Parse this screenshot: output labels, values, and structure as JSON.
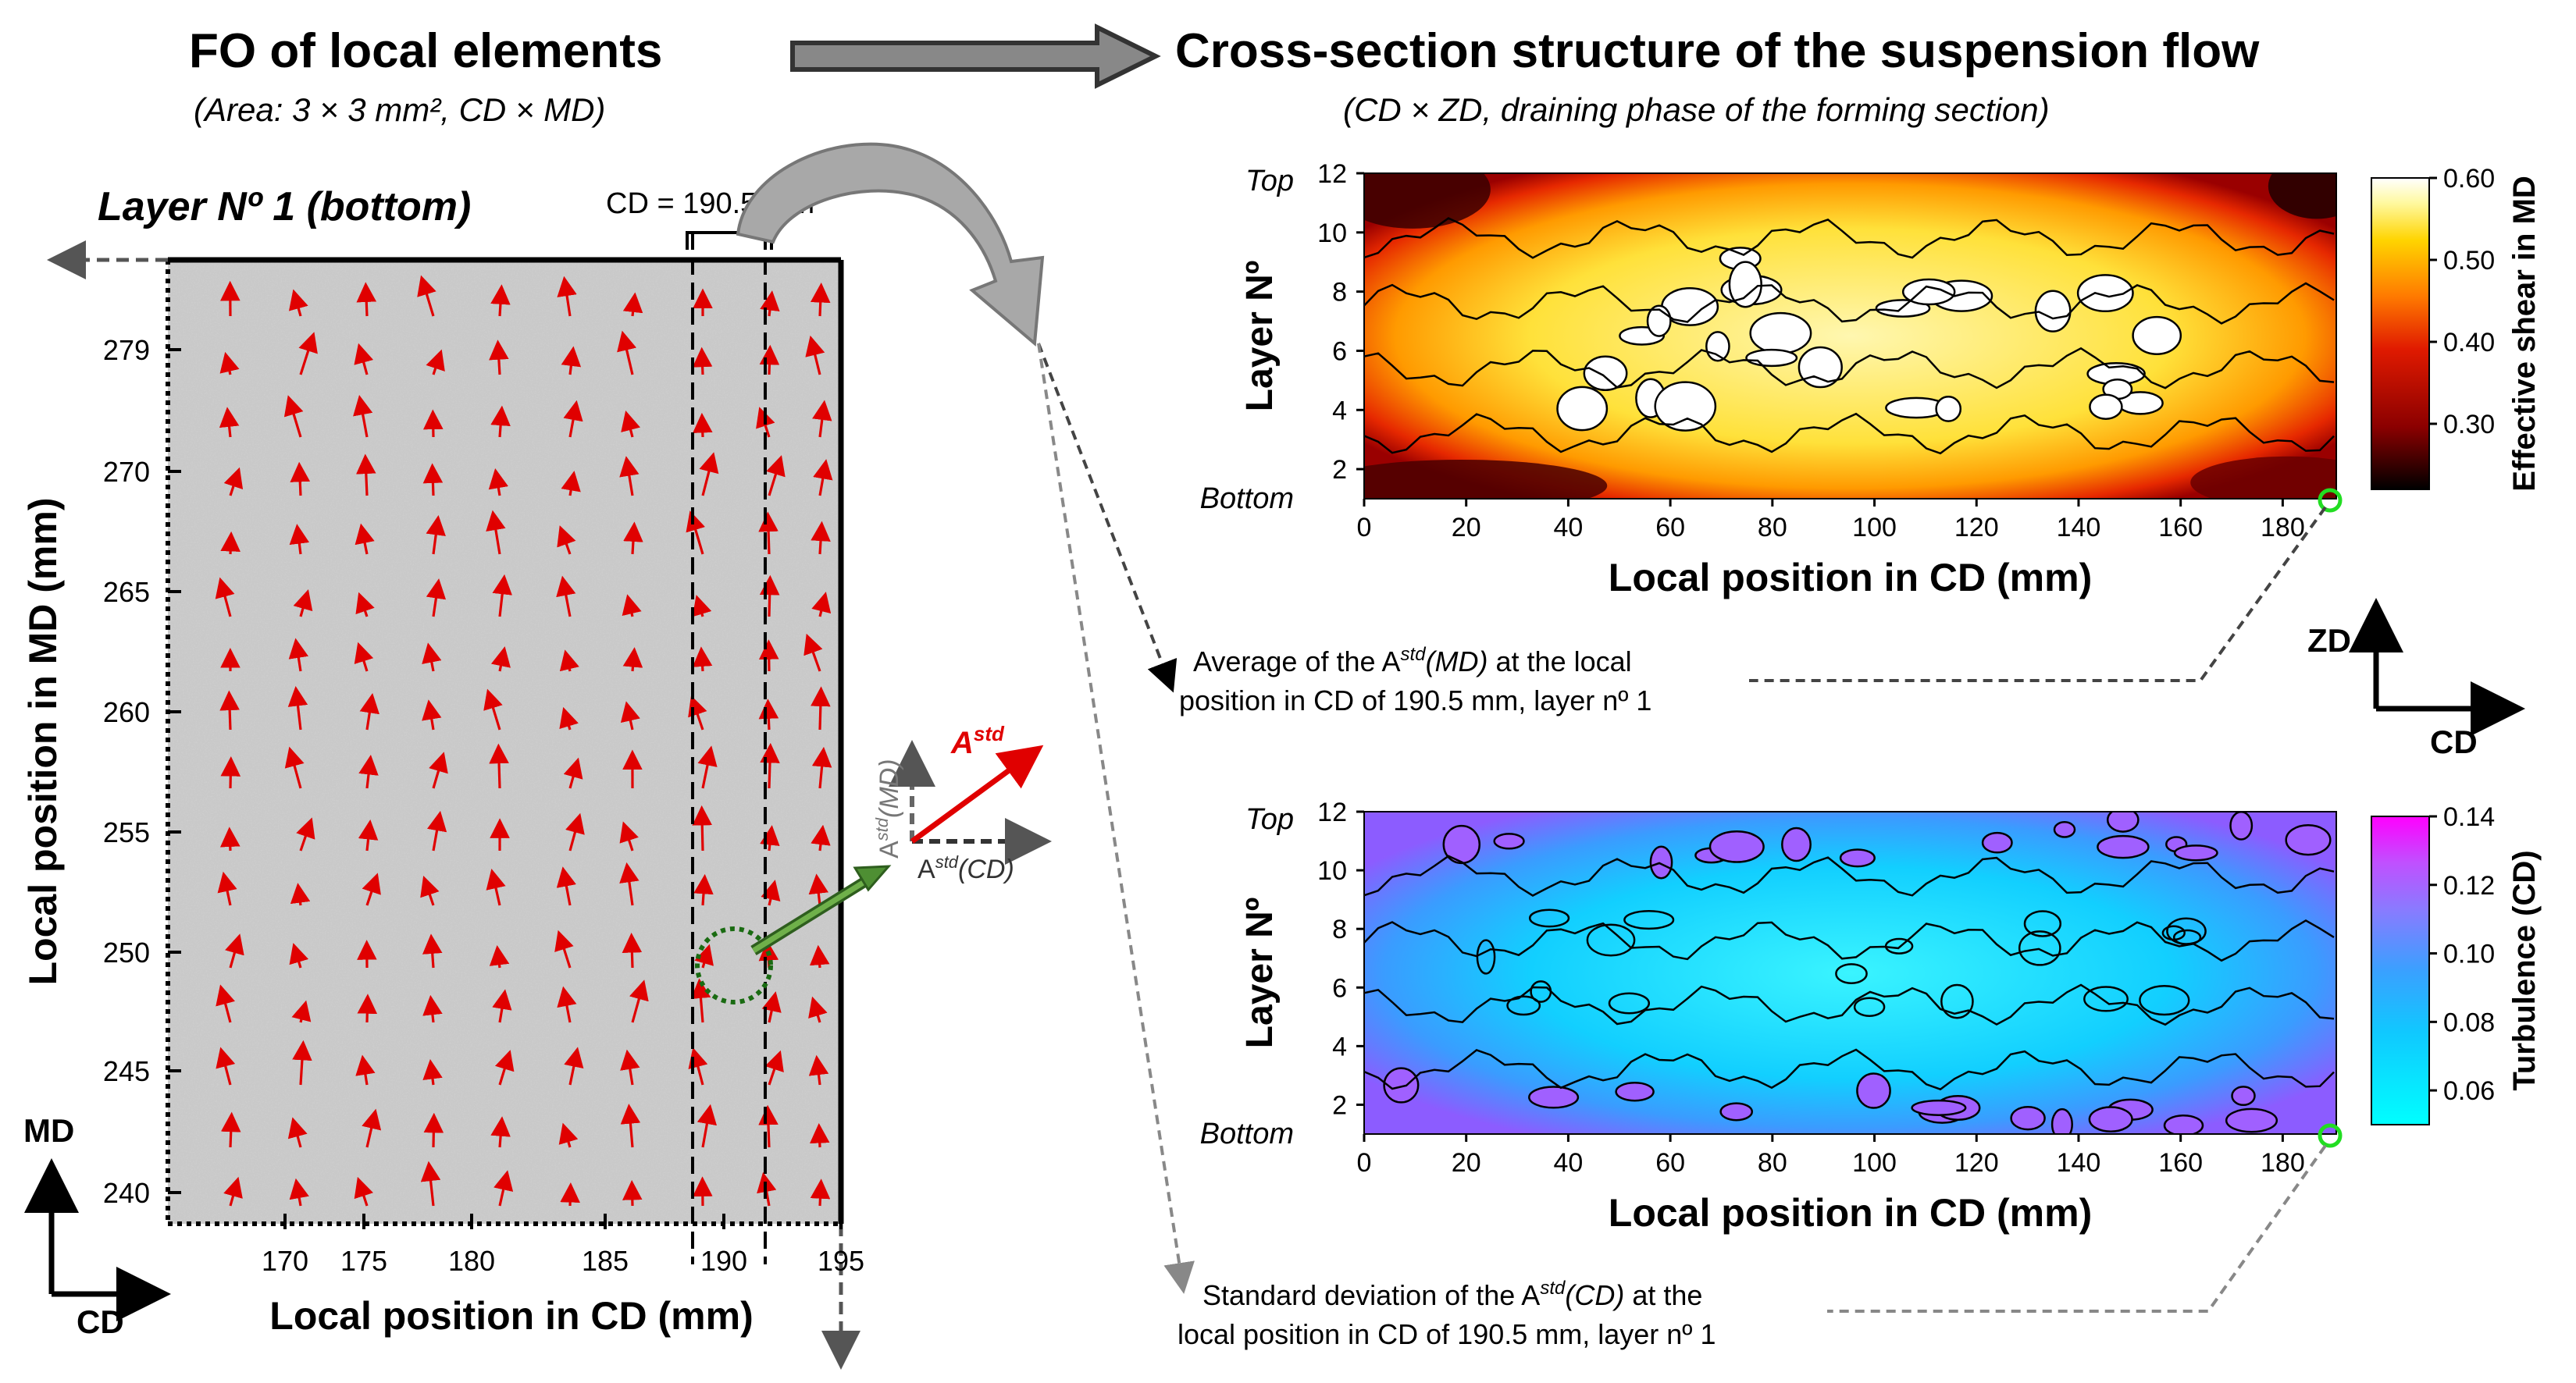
{
  "left": {
    "title": "FO of local elements",
    "subtitle": "(Area: 3 × 3 mm², CD × MD)",
    "layer_label": "Layer Nº 1 (bottom)",
    "cd_marker": "CD = 190.5 mm",
    "ylabel": "Local position in MD (mm)",
    "xlabel": "Local position in CD (mm)",
    "yticks": [
      "279",
      "270",
      "265",
      "260",
      "255",
      "250",
      "245",
      "240"
    ],
    "xticks": [
      "170",
      "175",
      "180",
      "185",
      "190",
      "195"
    ],
    "axis_md": "MD",
    "axis_cd": "CD",
    "vector_main": "A",
    "vector_main_sup": "std",
    "vector_md": "A^std(MD)",
    "vector_cd": "A^std(CD)"
  },
  "right": {
    "title": "Cross-section structure of the suspension flow",
    "subtitle": "(CD × ZD, draining phase of the forming section)",
    "axes_zd": "ZD",
    "axes_cd": "CD",
    "annotation_top": [
      "Average  of the A^std(MD) at the local",
      "position in CD of 190.5 mm, layer nº 1"
    ],
    "annotation_bottom": [
      "Standard deviation  of the A^std(CD) at the",
      "local position in CD of 190.5 mm, layer nº 1"
    ]
  },
  "chart_data": [
    {
      "type": "heatmap",
      "title": "",
      "xlabel": "Local position in CD (mm)",
      "ylabel": "Layer Nº",
      "xticks": [
        0,
        20,
        40,
        60,
        80,
        100,
        120,
        140,
        160,
        180
      ],
      "yticks": [
        2,
        4,
        6,
        8,
        10,
        12
      ],
      "xlim": [
        0,
        190.5
      ],
      "ylim": [
        1,
        12
      ],
      "y_top_label": "Top",
      "y_bottom_label": "Bottom",
      "colorbar_label": "Effective shear in MD",
      "colorbar_ticks": [
        "0.60",
        "0.50",
        "0.40",
        "0.30"
      ],
      "colorbar_range": [
        0.22,
        0.6
      ],
      "colors": [
        "#000000",
        "#8b0000",
        "#e01a00",
        "#ff7a00",
        "#ffd400",
        "#fff9a0",
        "#ffffff"
      ],
      "highlight_point": {
        "x": 190.5,
        "y": 1
      }
    },
    {
      "type": "heatmap",
      "title": "",
      "xlabel": "Local position in CD (mm)",
      "ylabel": "Layer Nº",
      "xticks": [
        0,
        20,
        40,
        60,
        80,
        100,
        120,
        140,
        160,
        180
      ],
      "yticks": [
        2,
        4,
        6,
        8,
        10,
        12
      ],
      "xlim": [
        0,
        190.5
      ],
      "ylim": [
        1,
        12
      ],
      "y_top_label": "Top",
      "y_bottom_label": "Bottom",
      "colorbar_label": "Turbulence (CD)",
      "colorbar_ticks": [
        "0.14",
        "0.12",
        "0.10",
        "0.08",
        "0.06"
      ],
      "colorbar_range": [
        0.05,
        0.14
      ],
      "colors": [
        "#00ffff",
        "#00d0ff",
        "#3aa0ff",
        "#7a7cff",
        "#b060ff",
        "#ff00ff"
      ],
      "highlight_point": {
        "x": 190.5,
        "y": 1
      }
    }
  ]
}
